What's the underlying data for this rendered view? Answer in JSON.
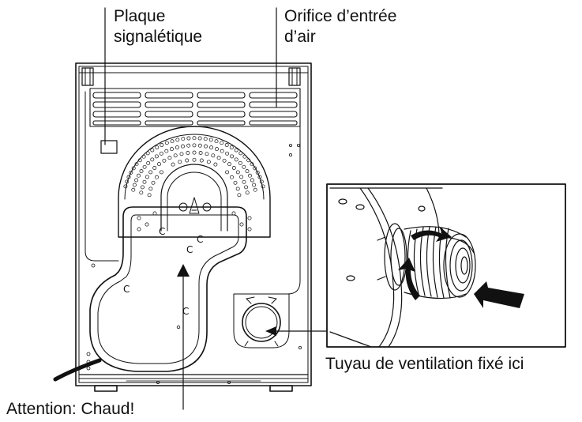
{
  "labels": {
    "rating_plate": [
      "Plaque",
      "signalétique"
    ],
    "air_inlet": [
      "Orifice d’entrée",
      "d’air"
    ],
    "vent_hose": "Tuyau de ventilation fixé ici",
    "caution": "Attention: Chaud!"
  },
  "colors": {
    "line": "#111111",
    "background": "#ffffff"
  }
}
